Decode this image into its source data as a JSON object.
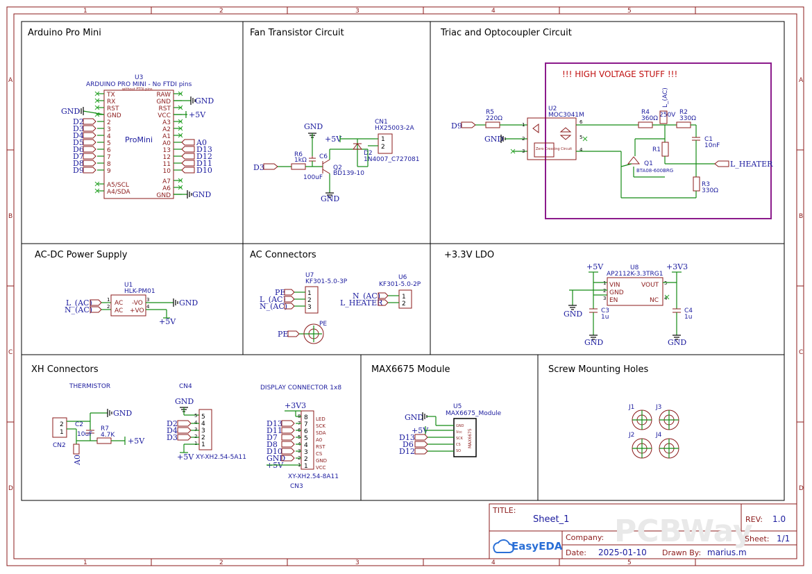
{
  "frame": {
    "columns": [
      "1",
      "2",
      "3",
      "4",
      "5"
    ],
    "rows": [
      "A",
      "B",
      "C",
      "D"
    ]
  },
  "sections": {
    "arduino": "Arduino Pro Mini",
    "fan": "Fan Transistor Circuit",
    "triac": "Triac and Optocoupler Circuit",
    "acdc": "AC-DC Power Supply",
    "acconn": "AC Connectors",
    "ldo": "+3.3V LDO",
    "xh": "XH Connectors",
    "max": "MAX6675 Module",
    "screw": "Screw Mounting Holes"
  },
  "arduino": {
    "ref": "U3",
    "name": "ARDUINO PRO MINI - No FTDI pins",
    "sub": "without FTDI pins",
    "body": "ProMini",
    "left_pins": [
      "TX",
      "RX",
      "RST",
      "GND",
      "2",
      "3",
      "4",
      "5",
      "6",
      "7",
      "8",
      "9",
      "A5/SCL",
      "A4/SDA"
    ],
    "right_pins": [
      "RAW",
      "GND",
      "RST",
      "VCC",
      "A3",
      "A2",
      "A1",
      "A0",
      "13",
      "12",
      "11",
      "10",
      "A7",
      "A6",
      "GND"
    ],
    "left_nets": [
      "D2",
      "D3",
      "D4",
      "D5",
      "D6",
      "D7",
      "D8",
      "D9"
    ],
    "right_nets": [
      "A0",
      "D13",
      "D12",
      "D11",
      "D10"
    ],
    "gnd": "GND",
    "vcc": "+5V"
  },
  "fan": {
    "gnd_top": "GND",
    "gnd_bottom": "GND",
    "v5": "+5V",
    "net_in": "D3",
    "r6": "R6",
    "r6_val": "1kΩ",
    "c6": "C6",
    "c6_val": "100uF",
    "q2": "Q2",
    "q2_val": "BD139-10",
    "d2": "D2",
    "d2_val": "1N4007_C727081",
    "cn1": "CN1",
    "cn1_val": "HX25003-2A",
    "pin1": "1",
    "pin2": "2"
  },
  "triac": {
    "warning": "!!! HIGH VOLTAGE STUFF !!!",
    "net_d9": "D9",
    "gnd": "GND",
    "r5": "R5",
    "r5_val": "220Ω",
    "u2": "U2",
    "u2_val": "MOC3041M",
    "zc": "Zero Crossing Circuit",
    "r4": "R4",
    "r4_val": "360Ω",
    "v250": "250V",
    "lac": "L_(AC)",
    "r2": "R2",
    "r2_val": "330Ω",
    "c1": "C1",
    "c1_val": "10nF",
    "r1": "R1",
    "q1": "Q1",
    "q1_val": "BTA08-600BRG",
    "r3": "R3",
    "r3_val": "330Ω",
    "heater": "L_HEATER",
    "p1": "1",
    "p2": "2",
    "p3": "3",
    "p4": "4",
    "p5": "5",
    "p6": "6"
  },
  "acdc": {
    "u1": "U1",
    "u1_val": "HLK-PM01",
    "in1": "L_(AC)",
    "in2": "N_(AC)",
    "pins": [
      "AC",
      "AC",
      "-VO",
      "+VO"
    ],
    "gnd": "GND",
    "v5": "+5V",
    "n1": "1",
    "n2": "2",
    "n3": "3",
    "n4": "4"
  },
  "acconn": {
    "u7": "U7",
    "u7_val": "KF301-5.0-3P",
    "u7_nets": [
      "PE",
      "L_(AC)",
      "N_(AC)"
    ],
    "u6": "U6",
    "u6_val": "KF301-5.0-2P",
    "u6_nets": [
      "N_(AC)",
      "L_HEATER"
    ],
    "pe": "PE",
    "pe_label": "PE",
    "n1": "1",
    "n2": "2",
    "n3": "3"
  },
  "ldo": {
    "u8": "U8",
    "u8_val": "AP2112K-3.3TRG1",
    "v5": "+5V",
    "v33": "+3V3",
    "pins_l": [
      "VIN",
      "GND",
      "EN"
    ],
    "pins_r": [
      "VOUT",
      "NC"
    ],
    "c3": "C3",
    "c3_val": "1u",
    "c4": "C4",
    "c4_val": "1u",
    "gnd1": "GND",
    "gnd2": "GND",
    "gnd3": "GND",
    "n1": "1",
    "n2": "2",
    "n3": "3",
    "n4": "4",
    "n5": "5"
  },
  "xh": {
    "thermistor": "THERMISTOR",
    "cn2": "CN2",
    "c2": "C2",
    "c2_val": "10uF",
    "r7": "R7",
    "r7_val": "4.7K",
    "gnd": "GND",
    "v5": "+5V",
    "a0": "A0",
    "cn4": "CN4",
    "cn4_val": "XY-XH2.54-5A11",
    "cn4_gnd": "GND",
    "cn4_nets": [
      "D2",
      "D4",
      "D3"
    ],
    "cn4_v5": "+5V",
    "display_title": "DISPLAY CONNECTOR 1x8",
    "cn3": "CN3",
    "cn3_val": "XY-XH2.54-8A11",
    "cn3_top": "+3V3",
    "cn3_nets": [
      "D13",
      "D11",
      "D7",
      "D8",
      "D10",
      "GND",
      "+5V"
    ],
    "cn3_funcs": [
      "LED",
      "SCK",
      "SDA",
      "A0",
      "RST",
      "CS",
      "GND",
      "VCC"
    ],
    "cn3_nums": [
      "8",
      "7",
      "6",
      "5",
      "4",
      "3",
      "2",
      "1"
    ],
    "cn4_nums": [
      "5",
      "4",
      "3",
      "2",
      "1"
    ],
    "cn2_nums": [
      "2",
      "1"
    ]
  },
  "max": {
    "u5": "U5",
    "u5_val": "MAX6675_Module",
    "gnd": "GND",
    "v5": "+5V",
    "nets": [
      "D13",
      "D6",
      "D12"
    ],
    "chip": "MAX6675",
    "pins": [
      "GND",
      "Vcc",
      "SCK",
      "CS",
      "SO"
    ]
  },
  "screw": {
    "holes": [
      "J1",
      "J3",
      "J2",
      "J4"
    ]
  },
  "titleblock": {
    "title_label": "TITLE:",
    "title": "Sheet_1",
    "rev_label": "REV:",
    "rev": "1.0",
    "company_label": "Company:",
    "company": "",
    "sheet_label": "Sheet:",
    "sheet": "1/1",
    "date_label": "Date:",
    "date": "2025-01-10",
    "drawn_label": "Drawn By:",
    "drawn": "marius.m",
    "brand": "EasyEDA",
    "watermark": "PCBWay"
  }
}
